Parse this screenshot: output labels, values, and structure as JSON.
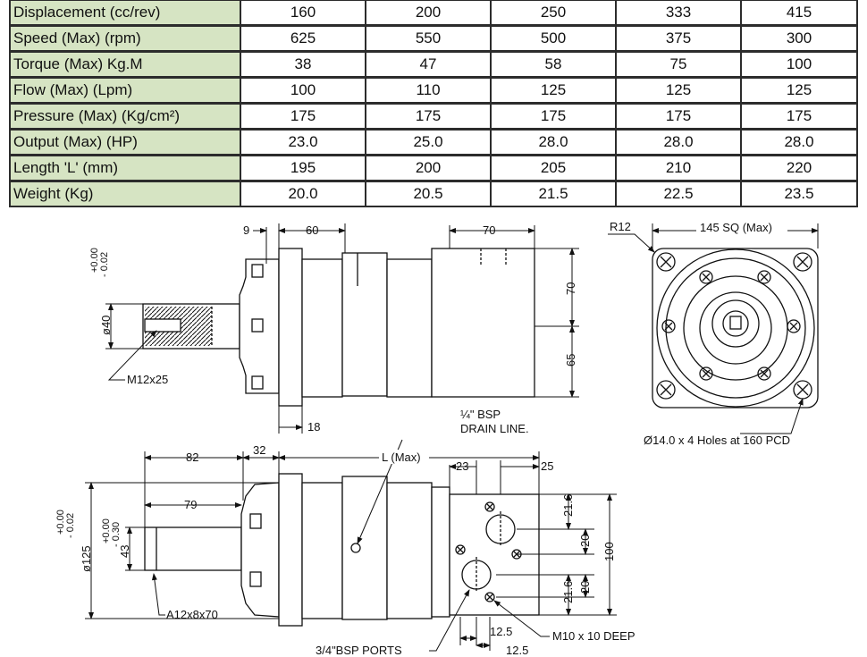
{
  "spec_table": {
    "rows": [
      {
        "label": "Displacement (cc/rev)",
        "values": [
          "160",
          "200",
          "250",
          "333",
          "415"
        ]
      },
      {
        "label": "Speed (Max) (rpm)",
        "values": [
          "625",
          "550",
          "500",
          "375",
          "300"
        ]
      },
      {
        "label": "Torque (Max) Kg.M",
        "values": [
          "38",
          "47",
          "58",
          "75",
          "100"
        ]
      },
      {
        "label": "Flow (Max) (Lpm)",
        "values": [
          "100",
          "110",
          "125",
          "125",
          "125"
        ]
      },
      {
        "label": "Pressure (Max) (Kg/cm²)",
        "values": [
          "175",
          "175",
          "175",
          "175",
          "175"
        ]
      },
      {
        "label": "Output (Max) (HP)",
        "values": [
          "23.0",
          "25.0",
          "28.0",
          "28.0",
          "28.0"
        ]
      },
      {
        "label": "Length 'L' (mm)",
        "values": [
          "195",
          "200",
          "205",
          "210",
          "220"
        ]
      },
      {
        "label": "Weight (Kg)",
        "values": [
          "20.0",
          "20.5",
          "21.5",
          "22.5",
          "23.5"
        ]
      }
    ]
  },
  "colors": {
    "label_bg": "#d6e4c3",
    "grid": "#2c2c2c",
    "line": "#111111"
  },
  "drawing": {
    "top_view": {
      "dim_9": "9",
      "dim_60": "60",
      "dim_70_top": "70",
      "dim_18": "18",
      "dim_70_side": "70",
      "dim_65": "65",
      "shaft_dia": "ø40",
      "shaft_tol_top": "+0.00",
      "shaft_tol_bottom": "- 0.02",
      "thread_label": "M12x25"
    },
    "end_view": {
      "radius_label": "R12",
      "square_label": "145 SQ (Max)",
      "holes_label": "Ø14.0 x 4 Holes at 160 PCD"
    },
    "bottom_view": {
      "dim_82": "82",
      "dim_32": "32",
      "dim_L": "L (Max)",
      "dim_79": "79",
      "dim_23": "23",
      "dim_25": "25",
      "dim_21_6_top": "21.6",
      "dim_20_top": "20",
      "dim_100": "100",
      "dim_21_6_bottom": "21.6",
      "dim_20_bottom": "20",
      "dim_12_5_a": "12.5",
      "dim_12_5_b": "12.5",
      "pilot_dia": "ø125",
      "pilot_tol_top": "+0.00",
      "pilot_tol_bottom": "- 0.02",
      "shaft_43": "43",
      "shaft_tol_top": "+0.00",
      "shaft_tol_bottom": "- 0.30",
      "key_label": "A12x8x70",
      "drain_label_1": "¼\" BSP",
      "drain_label_2": "DRAIN LINE.",
      "ports_label": "3/4\"BSP PORTS",
      "tap_label": "M10 x 10 DEEP"
    }
  }
}
